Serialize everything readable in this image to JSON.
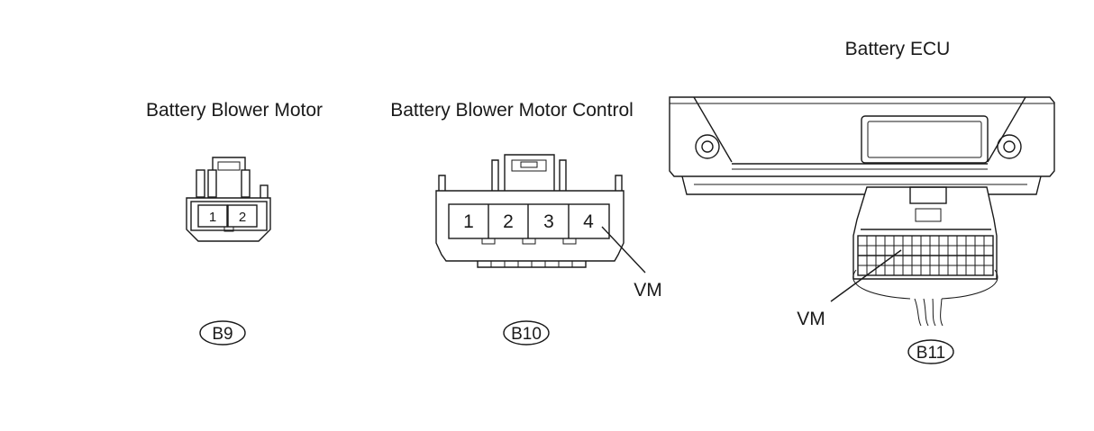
{
  "connectors": [
    {
      "name": "Battery Blower Motor",
      "code": "B9",
      "pins": [
        "1",
        "2"
      ]
    },
    {
      "name": "Battery Blower Motor Control",
      "code": "B10",
      "pins": [
        "1",
        "2",
        "3",
        "4"
      ],
      "callout": "VM"
    },
    {
      "name": "Battery ECU",
      "code": "B11",
      "callout": "VM"
    }
  ]
}
